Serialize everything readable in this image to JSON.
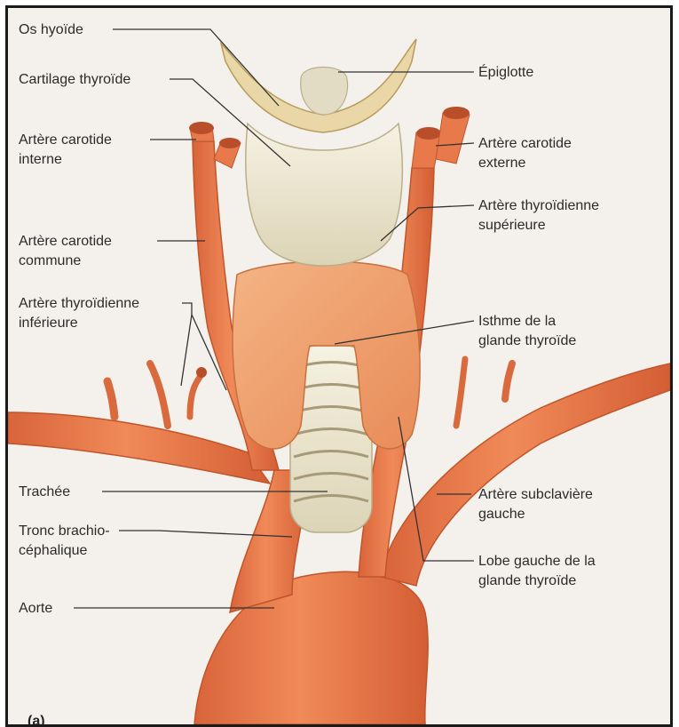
{
  "figure": {
    "panel_letter": "(a)",
    "labels": {
      "os_hyoide": "Os hyoïde",
      "epiglotte": "Épiglotte",
      "cartilage_thyroide": "Cartilage thyroïde",
      "carotide_interne_1": "Artère carotide",
      "carotide_interne_2": "interne",
      "carotide_externe_1": "Artère carotide",
      "carotide_externe_2": "externe",
      "thyroidienne_sup_1": "Artère thyroïdienne",
      "thyroidienne_sup_2": "supérieure",
      "carotide_commune_1": "Artère carotide",
      "carotide_commune_2": "commune",
      "thyroidienne_inf_1": "Artère thyroïdienne",
      "thyroidienne_inf_2": "inférieure",
      "isthme_1": "Isthme de la",
      "isthme_2": "glande thyroïde",
      "trachee": "Trachée",
      "subclaviere_1": "Artère subclavière",
      "subclaviere_2": "gauche",
      "tronc_1": "Tronc brachio-",
      "tronc_2": "céphalique",
      "lobe_1": "Lobe gauche de la",
      "lobe_2": "glande thyroïde",
      "aorte": "Aorte"
    }
  },
  "colors": {
    "artery": "#e8794a",
    "artery_dark": "#c85a30",
    "cartilage": "#ece6cf",
    "thyroid": "#f0a06a",
    "trachea": "#e9e2c8",
    "leader": "#333333"
  }
}
